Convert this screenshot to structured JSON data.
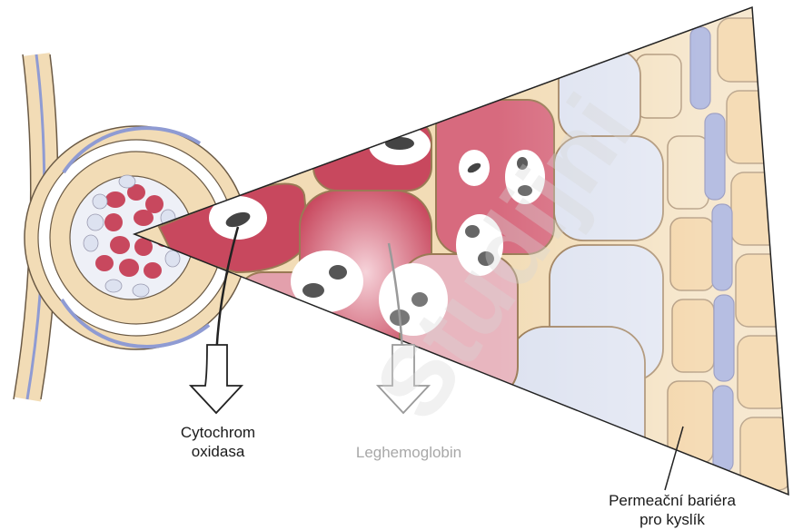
{
  "labels": {
    "cytochrome": [
      "Cytochrom",
      "oxidasa"
    ],
    "leghemoglobin": "Leghemoglobin",
    "barrier": [
      "Permeační bariéra",
      "pro kyslík"
    ]
  },
  "watermark": "Studijni",
  "colors": {
    "infected_cell": "#c8485e",
    "infected_cell_light": "#e89aa8",
    "cell_wall": "#f2dcb6",
    "cell_wall_edge": "#9a7a55",
    "uninfected_cell": "#dde2f0",
    "barrier_layer": "#8f9bd3",
    "cortex_cell": "#f0c98f",
    "bacteroid": "#505050",
    "root_outline": "#6b5a45"
  }
}
